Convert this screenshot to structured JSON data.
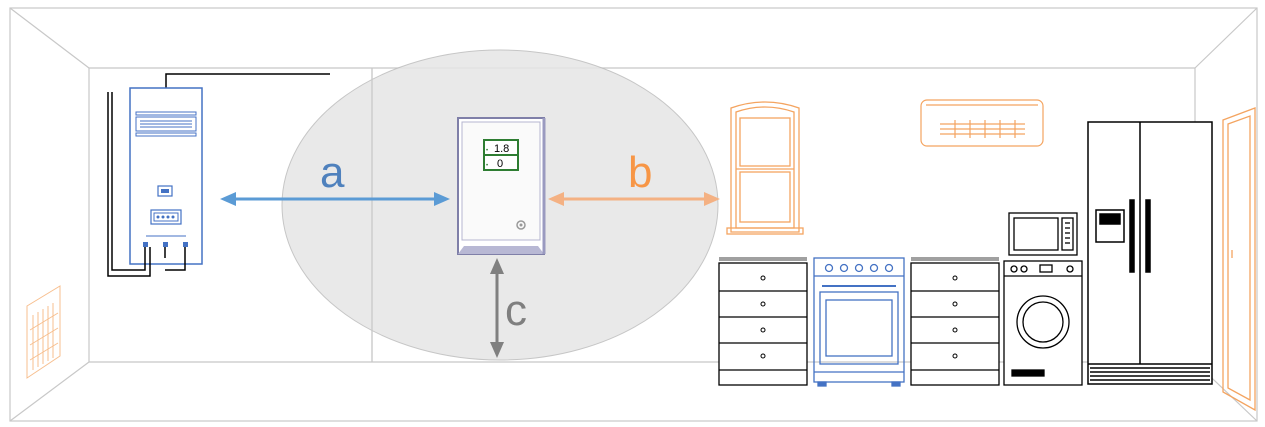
{
  "labels": {
    "a": "a",
    "b": "b",
    "c": "c"
  },
  "detector_display": {
    "top_value": "1.8",
    "bottom_value": "0"
  },
  "colors": {
    "label_a": "#4f81bd",
    "label_b": "#f79646",
    "label_c": "#7f7f7f",
    "arrow_a": "#5b9bd5",
    "arrow_b": "#f4b183",
    "arrow_c": "#808080",
    "zone_fill": "#e8e8e8",
    "appliance_blue": "#4472c4",
    "appliance_orange": "#f4a460",
    "display_green": "#2e7d32",
    "room_lines": "#c0c0c0"
  },
  "icons": [
    "water-heater-icon",
    "gas-detector-icon",
    "window-icon",
    "air-conditioner-icon",
    "kitchen-cabinet-icon",
    "gas-stove-oven-icon",
    "microwave-icon",
    "washing-machine-icon",
    "refrigerator-icon",
    "door-icon",
    "floor-vent-icon"
  ]
}
